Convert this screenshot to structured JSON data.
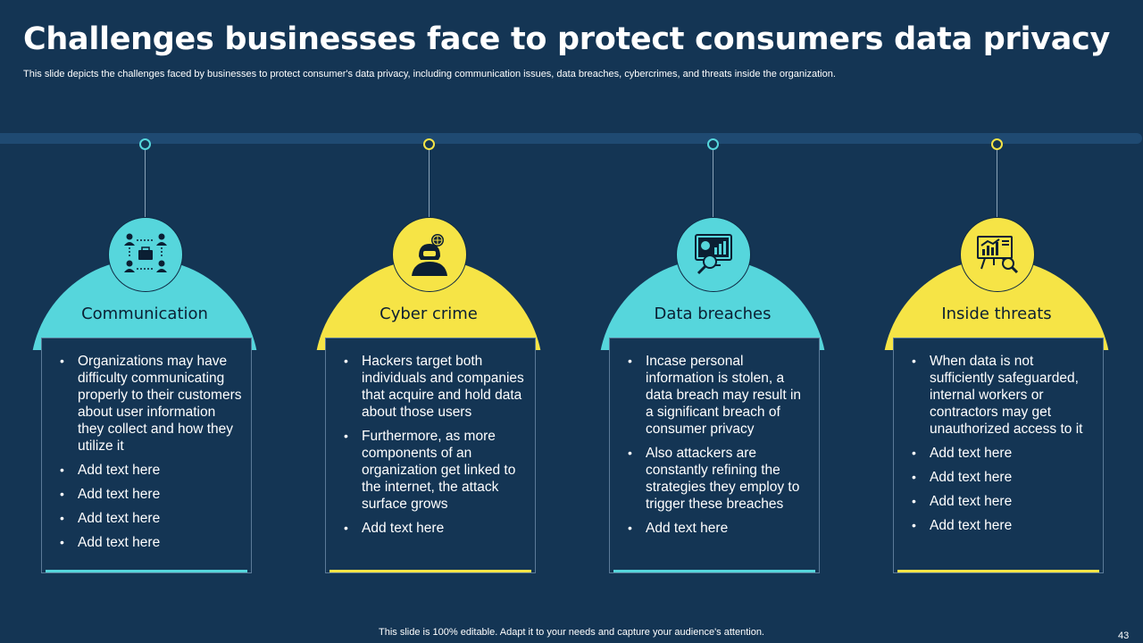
{
  "title": "Challenges businesses face to protect consumers data privacy",
  "subtitle": "This slide depicts the challenges faced by businesses to protect consumer's data privacy, including communication issues, data breaches, cybercrimes, and threats inside the organization.",
  "colors": {
    "background": "#143554",
    "cyan": "#56d6dc",
    "yellow": "#f6e446"
  },
  "columns": [
    {
      "title": "Communication",
      "icon": "team-network-icon",
      "accent": "#56d6dc",
      "bullets": [
        "Organizations may have difficulty communicating properly to their customers about user information they collect and how they utilize it",
        "Add text here",
        "Add text here",
        "Add text here",
        "Add text here"
      ]
    },
    {
      "title": "Cyber crime",
      "icon": "hacker-icon",
      "accent": "#f6e446",
      "bullets": [
        "Hackers target both individuals and companies that acquire and hold data about those users",
        "Furthermore, as more components of an organization get linked to the internet, the attack surface grows",
        "Add text here"
      ]
    },
    {
      "title": "Data breaches",
      "icon": "monitor-magnifier-icon",
      "accent": "#56d6dc",
      "bullets": [
        "Incase personal information is stolen, a data breach may result in a significant breach of consumer privacy",
        "Also attackers are constantly refining the strategies they employ to trigger these breaches",
        "Add text here"
      ]
    },
    {
      "title": "Inside threats",
      "icon": "chart-board-search-icon",
      "accent": "#f6e446",
      "bullets": [
        "When data is not sufficiently safeguarded, internal workers or contractors may get unauthorized access to it",
        "Add text here",
        "Add text here",
        "Add text here",
        "Add text here"
      ]
    }
  ],
  "footer": "This slide is 100% editable. Adapt it to your needs and capture your audience's attention.",
  "page_number": "43"
}
